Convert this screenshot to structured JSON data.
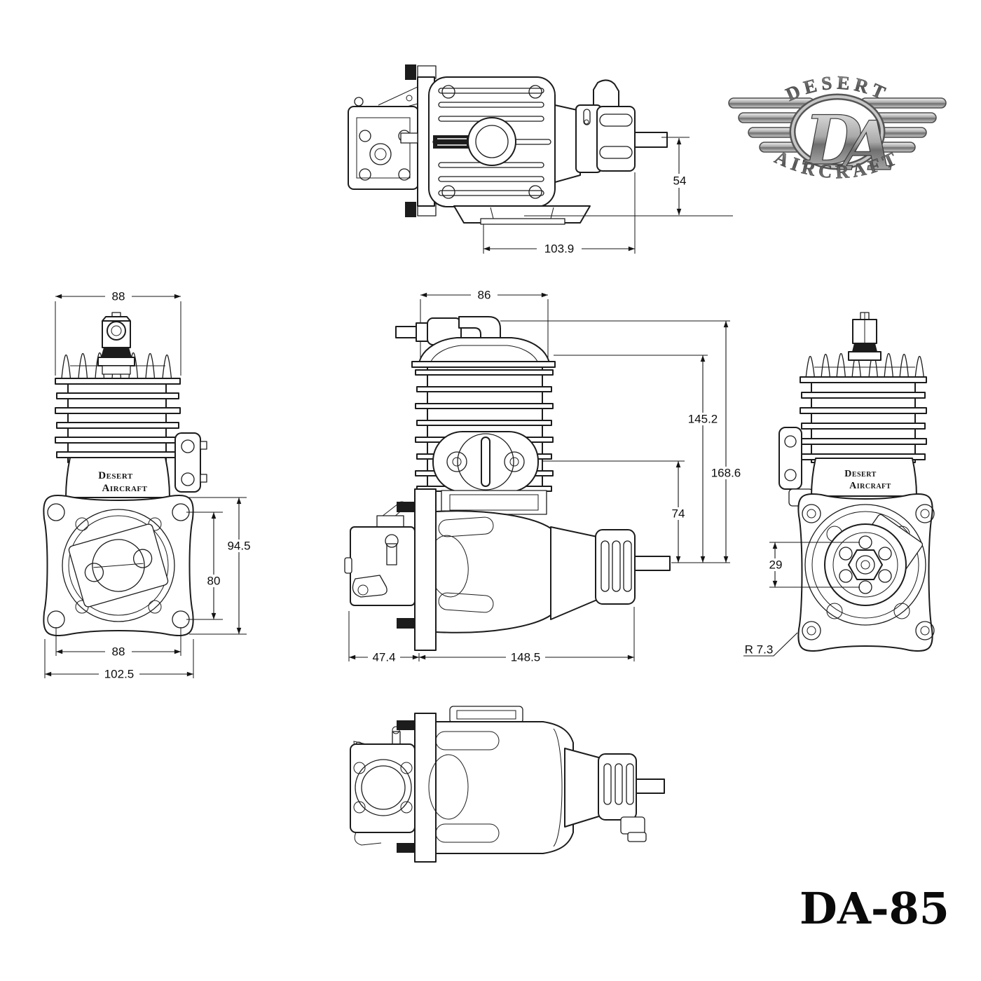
{
  "page": {
    "background": "#ffffff",
    "ink": "#1c1c1c"
  },
  "logo": {
    "arc_top": "DESERT",
    "monogram_d": "D",
    "monogram_a": "A",
    "arc_bottom": "AIRCRAFT"
  },
  "model_label": "DA-85",
  "crankcase_badge": {
    "line1": "Desert",
    "line2": "Aircraft"
  },
  "dims": {
    "top_view": {
      "shaft_to_mount": "54",
      "mount_length": "103.9"
    },
    "front_view": {
      "cylinder_width": "88",
      "flange_height": "94.5",
      "bolt_spacing_vertical": "80",
      "bolt_spacing_horizontal": "88",
      "flange_width": "102.5"
    },
    "side_view": {
      "head_width": "86",
      "cylinder_height": "145.2",
      "overall_height": "168.6",
      "carb_flange_height": "74",
      "carb_length": "47.4",
      "engine_length": "148.5"
    },
    "rear_view": {
      "hub_bolt_spacing": "29",
      "flange_corner_radius": "R 7.3"
    }
  }
}
